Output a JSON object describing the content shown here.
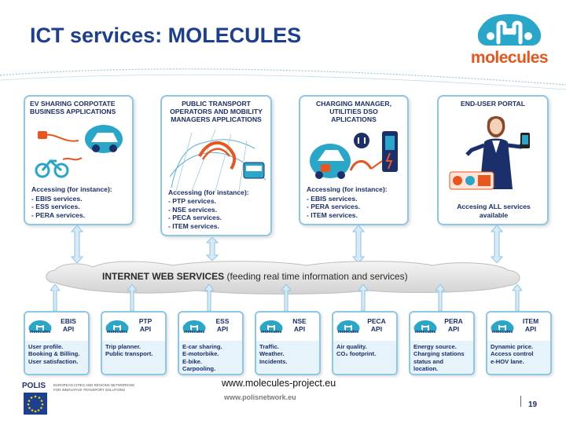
{
  "slide": {
    "title": "ICT services: MOLECULES",
    "page_number": "19",
    "url": "www.molecules-project.eu",
    "footer_site": "www.polisnetwork.eu"
  },
  "logo": {
    "word": "molecules"
  },
  "polis": {
    "word": "POLIS",
    "line1": "EUROPEAN CITIES AND REGIONS NETWORKING",
    "line2": "FOR INNOVATIVE TRANSPORT SOLUTIONS"
  },
  "panels": [
    {
      "title_lines": [
        "EV SHARING CORPOTATE",
        "BUSINESS APPLICATIONS"
      ],
      "access_head": "Accessing (for instance):",
      "access_items": [
        "- EBIS services.",
        "- ESS services.",
        "- PERA services."
      ]
    },
    {
      "title_lines": [
        "PUBLIC TRANSPORT",
        "OPERATORS AND MOBILITY",
        "MANAGERS APPLICATIONS"
      ],
      "access_head": "Accessing (for instance):",
      "access_items": [
        "- PTP services.",
        "- NSE services.",
        "- PECA services.",
        "- ITEM services."
      ]
    },
    {
      "title_lines": [
        "CHARGING MANAGER,",
        "UTILITIES DSO",
        "APLICATIONS"
      ],
      "access_head": "Accessing (for instance):",
      "access_items": [
        "- EBIS services.",
        "- PERA services.",
        "- ITEM services."
      ]
    },
    {
      "title_lines": [
        "END-USER PORTAL"
      ],
      "access_head": "Accesing ALL services",
      "access_items": [
        "available"
      ]
    }
  ],
  "cloud": {
    "bold": "INTERNET WEB SERVICES",
    "rest": " (feeding real time information and services)"
  },
  "apis": [
    {
      "name": "EBIS",
      "suffix": "API",
      "lines": [
        "User profile.",
        "Booking & Billing.",
        "User satisfaction."
      ]
    },
    {
      "name": "PTP",
      "suffix": "API",
      "lines": [
        "Trip planner.",
        "Public transport."
      ]
    },
    {
      "name": "ESS",
      "suffix": "API",
      "lines": [
        "E-car sharing.",
        "E-motorbike.",
        "E-bike.",
        "Carpooling."
      ]
    },
    {
      "name": "NSE",
      "suffix": "API",
      "lines": [
        "Traffic.",
        "Weather.",
        "Incidents."
      ]
    },
    {
      "name": "PECA",
      "suffix": "API",
      "lines": [
        "Air quality.",
        "CO₂ footprint."
      ]
    },
    {
      "name": "PERA",
      "suffix": "API",
      "lines": [
        "Energy source.",
        "Charging stations",
        "status and",
        "location."
      ]
    },
    {
      "name": "ITEM",
      "suffix": "API",
      "lines": [
        "Dynamic price.",
        "Access control",
        "e-HOV lane."
      ]
    }
  ],
  "api_mini_word": "molecules",
  "colors": {
    "title": "#1d3f8f",
    "panel_border": "#8ec6e6",
    "text_dark": "#1b2f6b",
    "accent_orange": "#e8561e",
    "logo_teal": "#2aa6c9",
    "arrow_fill": "#d8eaf6",
    "api_body_bg": "#e6f3fb"
  },
  "icons": [
    "car-sharing-icon",
    "bicycle-icon",
    "city-map-icon",
    "bus-icon",
    "charging-station-icon",
    "woman-with-phone-icon",
    "molecules-logo-icon",
    "eu-flag-icon"
  ]
}
